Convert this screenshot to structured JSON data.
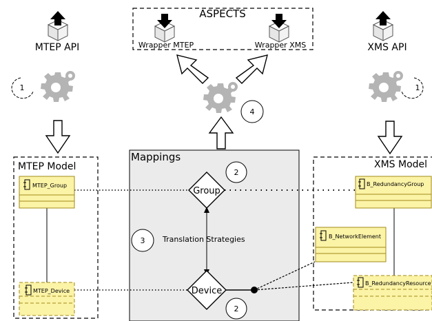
{
  "top": {
    "mtep_api": "MTEP API",
    "xms_api": "XMS API",
    "aspects_title": "ASPECTS",
    "wrapper_mtep": "Wrapper MTEP",
    "wrapper_xms": "Wrapper XMS"
  },
  "mappings": {
    "title": "Mappings",
    "group": "Group",
    "device": "Device",
    "translation": "Translation Strategies"
  },
  "mtep_model": {
    "title": "MTEP Model",
    "group_class": "MTEP_Group",
    "device_class": "MTEP_Device"
  },
  "xms_model": {
    "title": "XMS Model",
    "redundancy_group": "B_RedundancyGroup",
    "network_element": "B_NetworkElement",
    "redundancy_resource": "B_RedundancyResource"
  },
  "steps": {
    "left": "1",
    "right": "1",
    "group": "2",
    "device": "2",
    "translation": "3",
    "aspects": "4"
  },
  "colors": {
    "class_fill": "#fbf3a6",
    "class_stroke": "#a08a1a",
    "gear": "#b4b4b4",
    "mappings_bg": "#ebebeb"
  }
}
